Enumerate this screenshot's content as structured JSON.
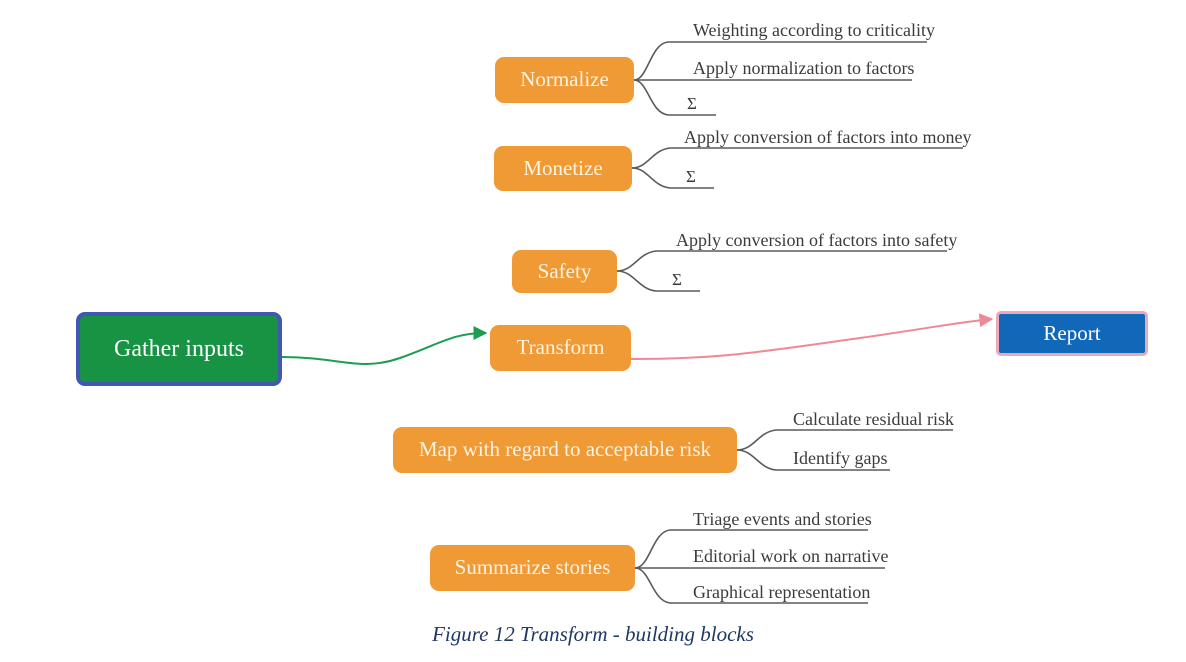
{
  "figure": {
    "caption": "Figure 12 Transform - building blocks",
    "caption_color": "#1f3864"
  },
  "colors": {
    "orange_fill": "#f09a35",
    "green_fill": "#189344",
    "green_border": "#4257b2",
    "blue_fill": "#1268b8",
    "blue_border": "#eaa8bb",
    "connector": "#5a5a5a",
    "arrow_green": "#1c9e50",
    "arrow_pink": "#ef8a95",
    "leaf_text": "#3b3b3b",
    "node_text": "#fdf3e3"
  },
  "nodes": {
    "gather_inputs": {
      "label": "Gather inputs"
    },
    "transform": {
      "label": "Transform"
    },
    "report": {
      "label": "Report"
    },
    "normalize": {
      "label": "Normalize"
    },
    "monetize": {
      "label": "Monetize"
    },
    "safety": {
      "label": "Safety"
    },
    "map_risk": {
      "label": "Map with regard to acceptable risk"
    },
    "summarize": {
      "label": "Summarize stories"
    }
  },
  "branches": [
    {
      "parent": "normalize",
      "leaves": [
        "Weighting according to criticality",
        "Apply normalization to factors",
        "Σ"
      ]
    },
    {
      "parent": "monetize",
      "leaves": [
        "Apply conversion of factors into money",
        "Σ"
      ]
    },
    {
      "parent": "safety",
      "leaves": [
        "Apply conversion of factors into safety",
        "Σ"
      ]
    },
    {
      "parent": "map_risk",
      "leaves": [
        "Calculate residual risk",
        "Identify gaps"
      ]
    },
    {
      "parent": "summarize",
      "leaves": [
        "Triage events and stories",
        "Editorial work on narrative",
        "Graphical representation"
      ]
    }
  ],
  "leaves": {
    "normalize_1": "Weighting according to criticality",
    "normalize_2": "Apply normalization to factors",
    "normalize_3": "Σ",
    "monetize_1": "Apply conversion of factors into money",
    "monetize_2": "Σ",
    "safety_1": "Apply conversion of factors into safety",
    "safety_2": "Σ",
    "map_1": "Calculate residual risk",
    "map_2": "Identify gaps",
    "summarize_1": "Triage events and stories",
    "summarize_2": "Editorial work on narrative",
    "summarize_3": "Graphical representation"
  },
  "flow": {
    "gather_to_transform": "green-arrow",
    "transform_to_report": "pink-arrow"
  }
}
